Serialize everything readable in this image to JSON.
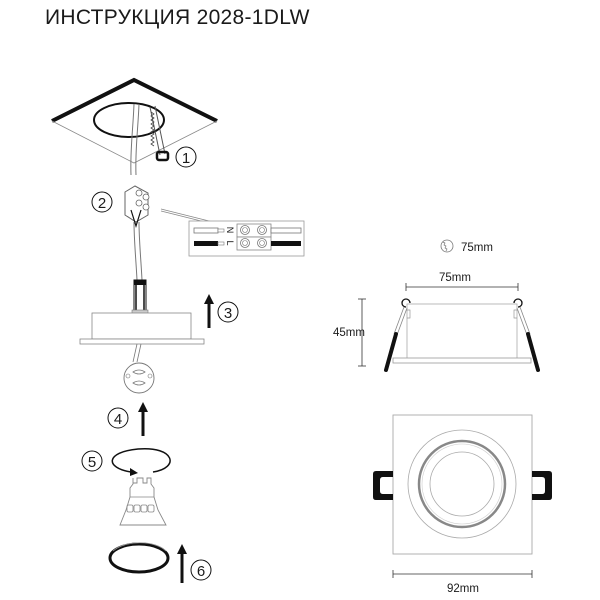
{
  "header": {
    "title": "ИНСТРУКЦИЯ 2028-1DLW"
  },
  "steps": [
    {
      "number": "1",
      "label": "①",
      "description": "spring clip"
    },
    {
      "number": "2",
      "label": "②",
      "description": "connect wires"
    },
    {
      "number": "3",
      "label": "③",
      "description": "insert fixture"
    },
    {
      "number": "4",
      "label": "④",
      "description": "insert socket"
    },
    {
      "number": "5",
      "label": "⑤",
      "description": "rotate bulb"
    },
    {
      "number": "6",
      "label": "⑥",
      "description": "insert ring"
    }
  ],
  "wiring": {
    "neutral_label": "N",
    "live_label": "L"
  },
  "dimensions": {
    "cutout": "75mm",
    "width_side": "75mm",
    "height_side": "45mm",
    "width_top": "92mm"
  },
  "icons": {
    "cutout": "cut-hole-icon",
    "arrow": "arrow-up-icon"
  }
}
